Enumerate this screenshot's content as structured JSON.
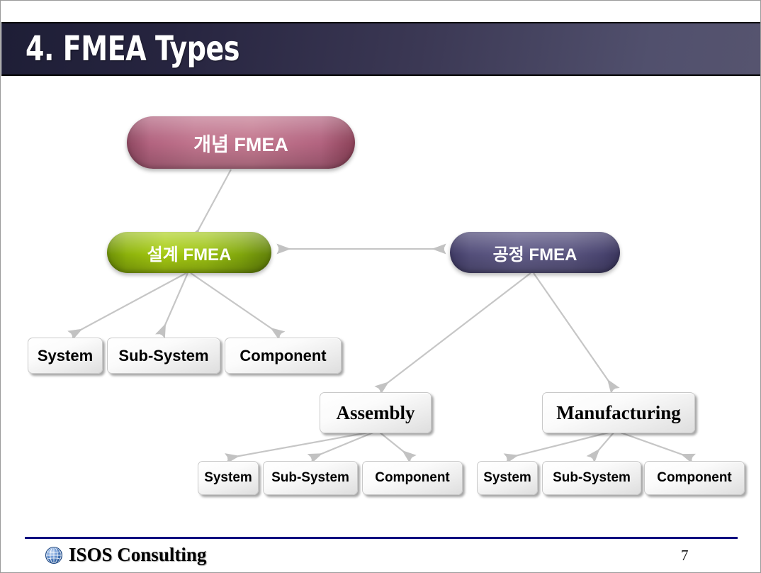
{
  "slide": {
    "title": "4. FMEA Types",
    "page_number": "7",
    "colors": {
      "title_bar_dark": "#1e1e36",
      "title_bar_light": "#56546f",
      "concept_pill": "#b2637f",
      "design_pill": "#8fb50b",
      "process_pill": "#55507c",
      "connector": "#c4c4c4",
      "footer_rule": "#000080",
      "box_face": "#f2f2f2"
    }
  },
  "diagram": {
    "type": "hierarchy-tree",
    "nodes": {
      "concept": "개념 FMEA",
      "design": "설계 FMEA",
      "process": "공정 FMEA",
      "assembly": "Assembly",
      "manufacturing": "Manufacturing"
    },
    "design_children": [
      "System",
      "Sub-System",
      "Component"
    ],
    "assembly_children": [
      "System",
      "Sub-System",
      "Component"
    ],
    "manufacturing_children": [
      "System",
      "Sub-System",
      "Component"
    ]
  },
  "footer": {
    "brand": "ISOS Consulting",
    "logo_icon": "globe-icon"
  }
}
